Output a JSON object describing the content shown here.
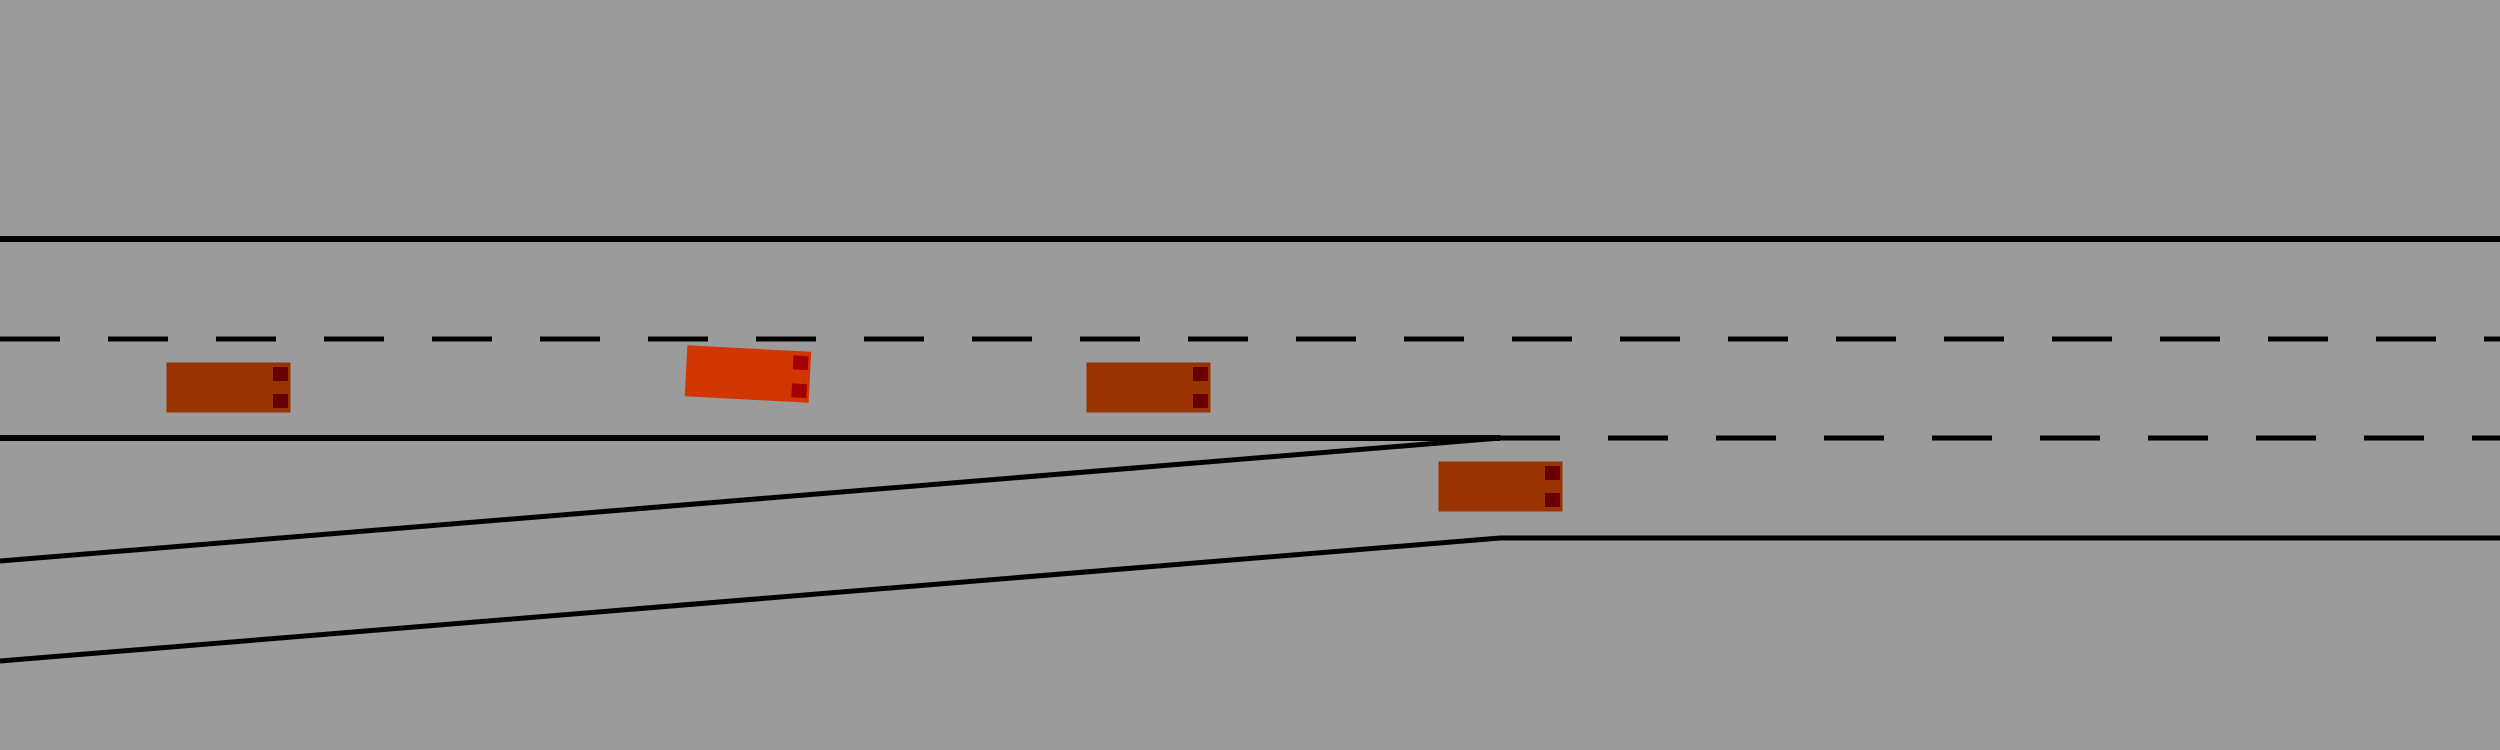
{
  "scene": {
    "type": "highway-merge-simulation",
    "background_color": "#9b9b9b",
    "line_color": "#000000",
    "lanes": [
      {
        "id": "upper-lane",
        "kind": "main"
      },
      {
        "id": "middle-lane",
        "kind": "main"
      },
      {
        "id": "merge-lane",
        "kind": "on-ramp"
      }
    ],
    "vehicles": [
      {
        "id": "vehicle-1",
        "role": "traffic",
        "body_color": "#993300",
        "light_color": "#660000",
        "lane": "middle-lane",
        "heading": "right"
      },
      {
        "id": "vehicle-2",
        "role": "ego",
        "body_color": "#d13600",
        "light_color": "#a30000",
        "lane": "middle-lane",
        "heading": "right"
      },
      {
        "id": "vehicle-3",
        "role": "traffic",
        "body_color": "#993300",
        "light_color": "#660000",
        "lane": "middle-lane",
        "heading": "right"
      },
      {
        "id": "vehicle-4",
        "role": "traffic",
        "body_color": "#993300",
        "light_color": "#660000",
        "lane": "merge-lane",
        "heading": "right"
      }
    ]
  }
}
